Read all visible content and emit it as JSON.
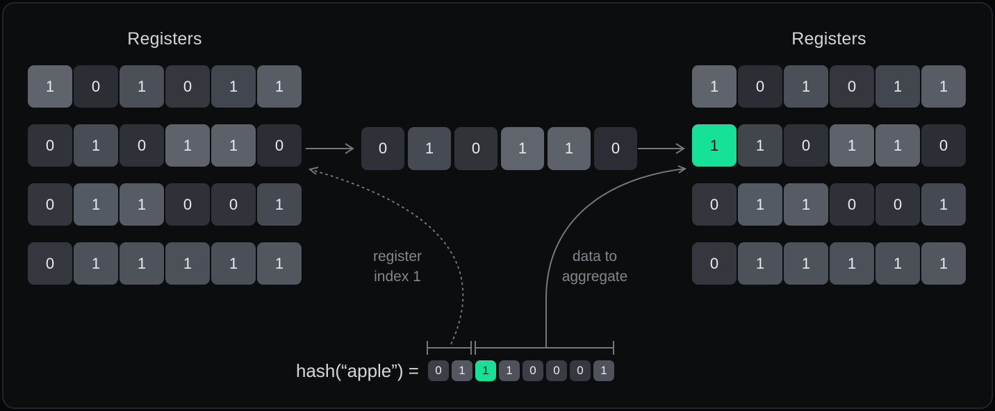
{
  "colors": {
    "outer": "#060708",
    "panel_bg": "#0c0d0f",
    "panel_border": "#232529",
    "title": "#d3d5d7",
    "label": "#83868c",
    "hash_text": "#d4d6d8",
    "cell_text": "#e9ebed",
    "arrow": "#75787d",
    "accent_green": "#15e298",
    "green_text": "#0c0e10"
  },
  "left_registers": {
    "title": "Registers",
    "rows": [
      {
        "cells": [
          {
            "v": "1",
            "bg": "#5e636c"
          },
          {
            "v": "0",
            "bg": "#2b2e34"
          },
          {
            "v": "1",
            "bg": "#4a4f58"
          },
          {
            "v": "0",
            "bg": "#34373d"
          },
          {
            "v": "1",
            "bg": "#42464e"
          },
          {
            "v": "1",
            "bg": "#575c65"
          }
        ]
      },
      {
        "cells": [
          {
            "v": "0",
            "bg": "#303339"
          },
          {
            "v": "1",
            "bg": "#474c55"
          },
          {
            "v": "0",
            "bg": "#2e3137"
          },
          {
            "v": "1",
            "bg": "#5d626b"
          },
          {
            "v": "1",
            "bg": "#5b6069"
          },
          {
            "v": "0",
            "bg": "#2b2e34"
          }
        ]
      },
      {
        "cells": [
          {
            "v": "0",
            "bg": "#33363c"
          },
          {
            "v": "1",
            "bg": "#545a63"
          },
          {
            "v": "1",
            "bg": "#565b64"
          },
          {
            "v": "0",
            "bg": "#2e3137"
          },
          {
            "v": "0",
            "bg": "#303339"
          },
          {
            "v": "1",
            "bg": "#454a52"
          }
        ]
      },
      {
        "cells": [
          {
            "v": "0",
            "bg": "#34373d"
          },
          {
            "v": "1",
            "bg": "#4c515a"
          },
          {
            "v": "1",
            "bg": "#4d525b"
          },
          {
            "v": "1",
            "bg": "#4b5059"
          },
          {
            "v": "1",
            "bg": "#4a4f58"
          },
          {
            "v": "1",
            "bg": "#52575f"
          }
        ]
      }
    ]
  },
  "middle_row": {
    "cells": [
      {
        "v": "0",
        "bg": "#2e3137"
      },
      {
        "v": "1",
        "bg": "#464a52"
      },
      {
        "v": "0",
        "bg": "#303338"
      },
      {
        "v": "1",
        "bg": "#60646d"
      },
      {
        "v": "1",
        "bg": "#5d6169"
      },
      {
        "v": "0",
        "bg": "#2a2d33"
      }
    ]
  },
  "right_registers": {
    "title": "Registers",
    "rows": [
      {
        "cells": [
          {
            "v": "1",
            "bg": "#5e636c"
          },
          {
            "v": "0",
            "bg": "#2b2e34"
          },
          {
            "v": "1",
            "bg": "#4a4f58"
          },
          {
            "v": "0",
            "bg": "#34373d"
          },
          {
            "v": "1",
            "bg": "#42464e"
          },
          {
            "v": "1",
            "bg": "#575c65"
          }
        ]
      },
      {
        "cells": [
          {
            "v": "1",
            "bg": "#15e298",
            "fg": "#0c0e10"
          },
          {
            "v": "1",
            "bg": "#41454c"
          },
          {
            "v": "0",
            "bg": "#2e3137"
          },
          {
            "v": "1",
            "bg": "#5d626b"
          },
          {
            "v": "1",
            "bg": "#5b6069"
          },
          {
            "v": "0",
            "bg": "#2b2e34"
          }
        ]
      },
      {
        "cells": [
          {
            "v": "0",
            "bg": "#33363c"
          },
          {
            "v": "1",
            "bg": "#545a63"
          },
          {
            "v": "1",
            "bg": "#565b64"
          },
          {
            "v": "0",
            "bg": "#2e3137"
          },
          {
            "v": "0",
            "bg": "#303339"
          },
          {
            "v": "1",
            "bg": "#454a52"
          }
        ]
      },
      {
        "cells": [
          {
            "v": "0",
            "bg": "#34373d"
          },
          {
            "v": "1",
            "bg": "#4c515a"
          },
          {
            "v": "1",
            "bg": "#4d525b"
          },
          {
            "v": "1",
            "bg": "#4b5059"
          },
          {
            "v": "1",
            "bg": "#4a4f58"
          },
          {
            "v": "1",
            "bg": "#52575f"
          }
        ]
      }
    ]
  },
  "labels": {
    "register_index_line1": "register",
    "register_index_line2": "index 1",
    "data_aggregate_line1": "data to",
    "data_aggregate_line2": "aggregate"
  },
  "hash": {
    "prefix": "hash(“apple”) =",
    "bits": [
      {
        "v": "0",
        "bg": "#3c3f46"
      },
      {
        "v": "1",
        "bg": "#53575f"
      },
      {
        "v": "1",
        "bg": "#15e298",
        "fg": "#0c0e10"
      },
      {
        "v": "1",
        "bg": "#4e525b"
      },
      {
        "v": "0",
        "bg": "#3c3f46"
      },
      {
        "v": "0",
        "bg": "#393c43"
      },
      {
        "v": "0",
        "bg": "#35383f"
      },
      {
        "v": "1",
        "bg": "#4f535c"
      }
    ]
  }
}
